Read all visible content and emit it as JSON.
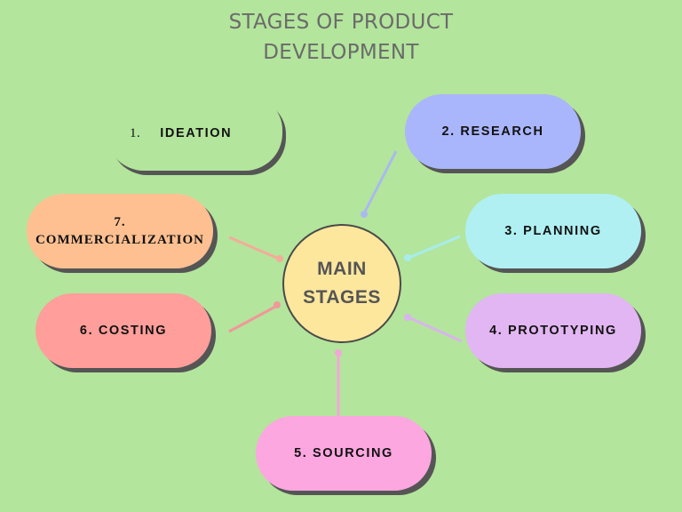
{
  "title": {
    "line1": "STAGES OF PRODUCT",
    "line2": "DEVELOPMENT"
  },
  "center": {
    "line1": "MAIN",
    "line2": "STAGES",
    "fill": "#fde79d"
  },
  "stages": {
    "ideation": {
      "num": "1.",
      "label": "IDEATION"
    },
    "research": {
      "label": "2. RESEARCH",
      "color": "#aab6fb"
    },
    "planning": {
      "label": "3. PLANNING",
      "color": "#b0f0f2"
    },
    "prototyping": {
      "label": "4. PROTOTYPING",
      "color": "#e2b6f2"
    },
    "sourcing": {
      "label": "5. SOURCING",
      "color": "#fda7e0"
    },
    "costing": {
      "label": "6. COSTING",
      "color": "#ff9e9a"
    },
    "commercialization": {
      "num": "7.",
      "label": "COMMERCIALIZATION",
      "color": "#ffc091"
    }
  },
  "background": "#b3e59c"
}
